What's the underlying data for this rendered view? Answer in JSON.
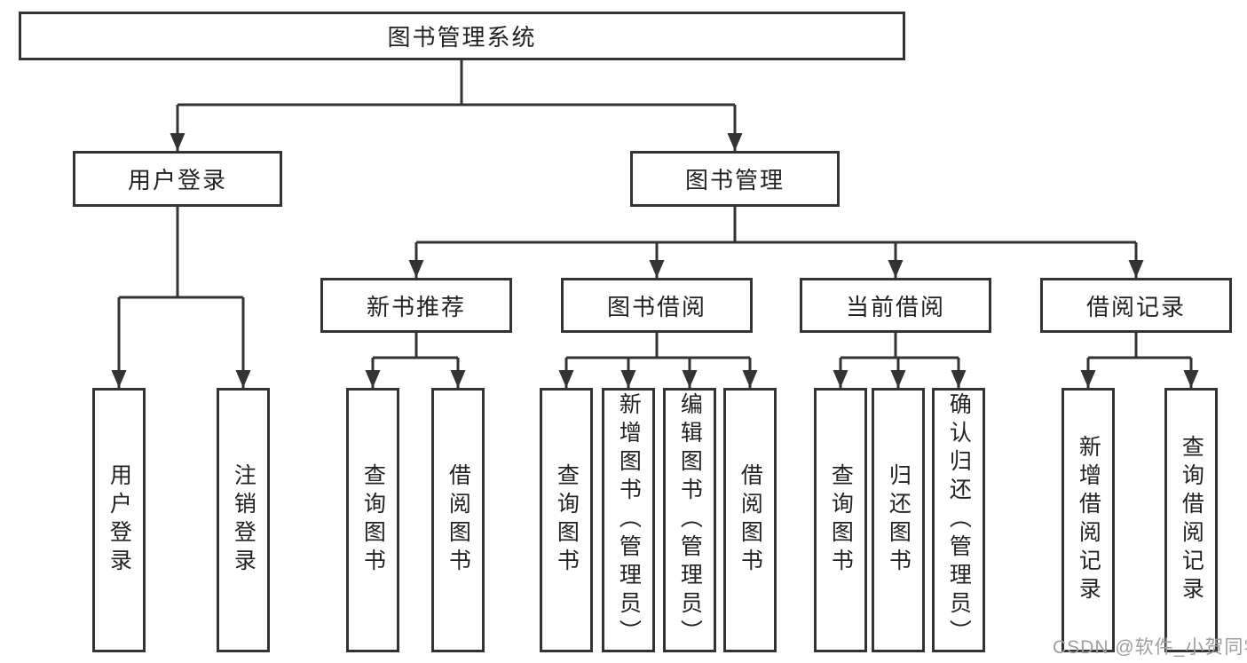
{
  "page": {
    "background_color": "#ffffff",
    "line_color": "#333333",
    "text_color": "#222222",
    "watermark_color": "#9e9e9e"
  },
  "diagram": {
    "root": {
      "label": "图书管理系统"
    },
    "level2": [
      {
        "id": "user-login-group",
        "label": "用户登录"
      },
      {
        "id": "book-management",
        "label": "图书管理"
      }
    ],
    "level3": [
      {
        "id": "new-book-recommend",
        "parent": "图书管理",
        "label": "新书推荐"
      },
      {
        "id": "book-borrowing",
        "parent": "图书管理",
        "label": "图书借阅"
      },
      {
        "id": "current-borrowing",
        "parent": "图书管理",
        "label": "当前借阅"
      },
      {
        "id": "borrowing-records",
        "parent": "图书管理",
        "label": "借阅记录"
      }
    ],
    "leaves": [
      {
        "parent": "用户登录",
        "label": "用户登录"
      },
      {
        "parent": "用户登录",
        "label": "注销登录"
      },
      {
        "parent": "新书推荐",
        "label": "查询图书"
      },
      {
        "parent": "新书推荐",
        "label": "借阅图书"
      },
      {
        "parent": "图书借阅",
        "label": "查询图书"
      },
      {
        "parent": "图书借阅",
        "label": "新增图书（管理员）"
      },
      {
        "parent": "图书借阅",
        "label": "编辑图书（管理员）"
      },
      {
        "parent": "图书借阅",
        "label": "借阅图书"
      },
      {
        "parent": "当前借阅",
        "label": "查询图书"
      },
      {
        "parent": "当前借阅",
        "label": "归还图书"
      },
      {
        "parent": "当前借阅",
        "label": "确认归还（管理员）"
      },
      {
        "parent": "借阅记录",
        "label": "新增借阅记录"
      },
      {
        "parent": "借阅记录",
        "label": "查询借阅记录"
      }
    ]
  },
  "watermark": {
    "text": "CSDN @软件_小贺同学"
  }
}
